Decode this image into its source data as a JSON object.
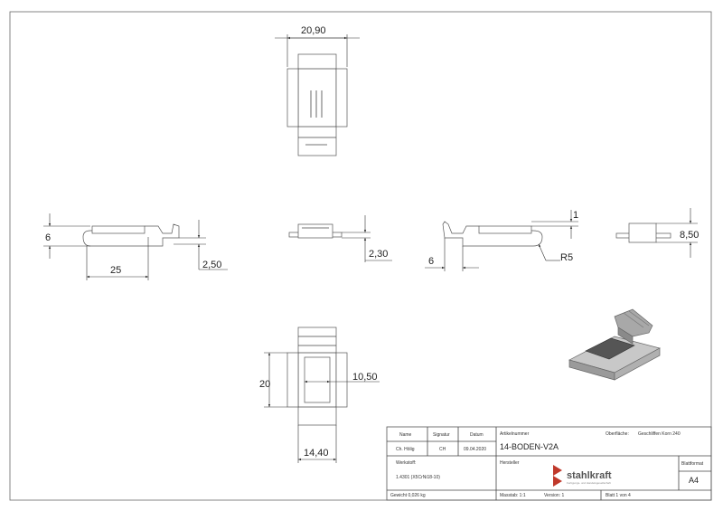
{
  "views": {
    "top": {
      "width_dim": "20,90"
    },
    "side_left": {
      "height_dim": "6",
      "length_dim": "25",
      "offset_dim": "2,50"
    },
    "front_small": {
      "height_dim": "2,30"
    },
    "side_right": {
      "top_dim": "1",
      "offset_dim": "6",
      "radius_dim": "R5"
    },
    "end_view": {
      "height_dim": "8,50"
    },
    "bottom": {
      "height_dim": "20",
      "width_inner_dim": "10,50",
      "width_dim": "14,40"
    }
  },
  "title_block": {
    "name_label": "Name",
    "signatur_label": "Signatur",
    "datum_label": "Datum",
    "name_value": "Ch. Hölig",
    "signatur_value": "CH",
    "datum_value": "09.04.2020",
    "artikelnummer_label": "Artikelnummer",
    "oberflaeche_label": "Oberfläche:",
    "oberflaeche_value": "Geschliffen Korn 240",
    "artikelnummer_value": "14-BODEN-V2A",
    "werkstoff_label": "Werkstoff:",
    "werkstoff_value": "1.4301 (X5CrNi18-10)",
    "hersteller_label": "Hersteller",
    "logo_text": "stahlkraft",
    "logo_tagline": "Fertigungs- und Handelsgesellschaft",
    "blattformat_label": "Blattformat",
    "blattformat_value": "A4",
    "gewicht": "Gewicht 0,026 kg",
    "masstab": "Masstab: 1:1",
    "version": "Version: 1",
    "blatt": "Blatt 1 von 4"
  },
  "colors": {
    "logo": "#c0392b",
    "line": "#444444"
  }
}
